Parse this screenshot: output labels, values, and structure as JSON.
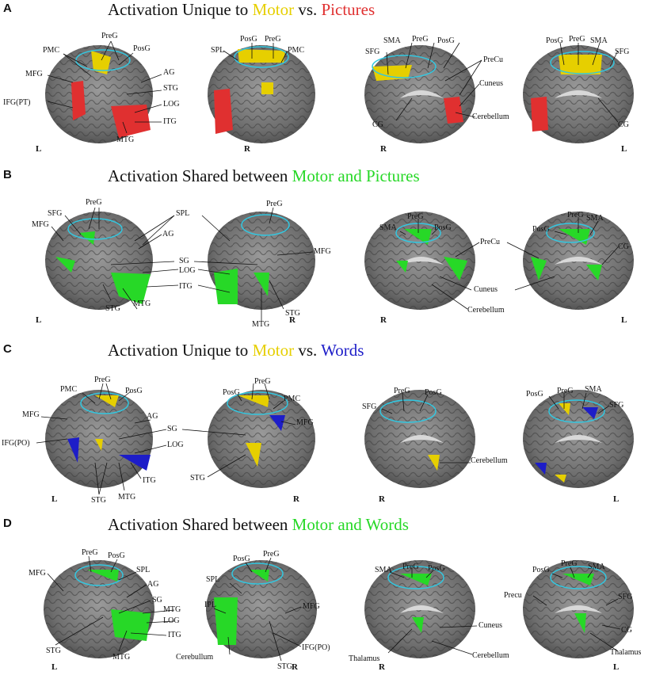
{
  "colors": {
    "motor_yellow": "#e6cf00",
    "pictures_red": "#e03030",
    "shared_green": "#27d827",
    "words_blue": "#1d1dc8",
    "ellipse_cyan": "#33c7e0"
  },
  "panels": [
    {
      "letter": "A",
      "title_pre": "Activation Unique to ",
      "title_hl1": "Motor",
      "title_mid": " vs. ",
      "title_hl2": "Pictures",
      "sides": [
        "L",
        "R",
        "R",
        "L"
      ]
    },
    {
      "letter": "B",
      "title_pre": "Activation Shared between ",
      "title_hl1": "Motor and Pictures",
      "sides": [
        "L",
        "R",
        "R",
        "L"
      ]
    },
    {
      "letter": "C",
      "title_pre": "Activation Unique to ",
      "title_hl1": "Motor",
      "title_mid": " vs. ",
      "title_hl2": "Words",
      "sides": [
        "L",
        "R",
        "R",
        "L"
      ]
    },
    {
      "letter": "D",
      "title_pre": "Activation Shared between ",
      "title_hl1": "Motor and Words",
      "sides": [
        "L",
        "R",
        "R",
        "L"
      ]
    }
  ],
  "labels": {
    "A": [
      "PreG",
      "PMC",
      "PosG",
      "MFG",
      "IFG(PT)",
      "AG",
      "STG",
      "LOG",
      "ITG",
      "MTG",
      "SPL",
      "PosG",
      "PreG",
      "PMC",
      "SFG",
      "SMA",
      "PreG",
      "PosG",
      "PreCu",
      "Cuneus",
      "CG",
      "Cerebellum",
      "PosG",
      "PreG",
      "SMA",
      "SFG",
      "CG"
    ],
    "B": [
      "SFG",
      "PreG",
      "MFG",
      "SPL",
      "AG",
      "SG",
      "LOG",
      "ITG",
      "STG",
      "MTG",
      "PreG",
      "MFG",
      "STG",
      "MTG",
      "SMA",
      "PreG",
      "PosG",
      "PreCu",
      "Cuneus",
      "Cerebellum",
      "PosG",
      "PreG",
      "SMA",
      "CG"
    ],
    "C": [
      "PMC",
      "PreG",
      "PosG",
      "MFG",
      "AG",
      "IFG(PO)",
      "SG",
      "LOG",
      "STG",
      "MTG",
      "ITG",
      "PosG",
      "PreG",
      "PMC",
      "MFG",
      "STG",
      "SFG",
      "PreG",
      "PosG",
      "Cerebellum",
      "PosG",
      "PreG",
      "SMA",
      "SFG"
    ],
    "D": [
      "PreG",
      "PosG",
      "MFG",
      "SPL",
      "AG",
      "SG",
      "MTG",
      "LOG",
      "ITG",
      "STG",
      "MTG",
      "SPL",
      "PosG",
      "PreG",
      "IPL",
      "MFG",
      "IFG(PO)",
      "Cerebullum",
      "STG",
      "SMA",
      "PreG",
      "PosG",
      "Cuneus",
      "Thalamus",
      "Cerebellum",
      "PosG",
      "PreG",
      "SMA",
      "Precu",
      "SFG",
      "CG",
      "Thalamus"
    ]
  }
}
